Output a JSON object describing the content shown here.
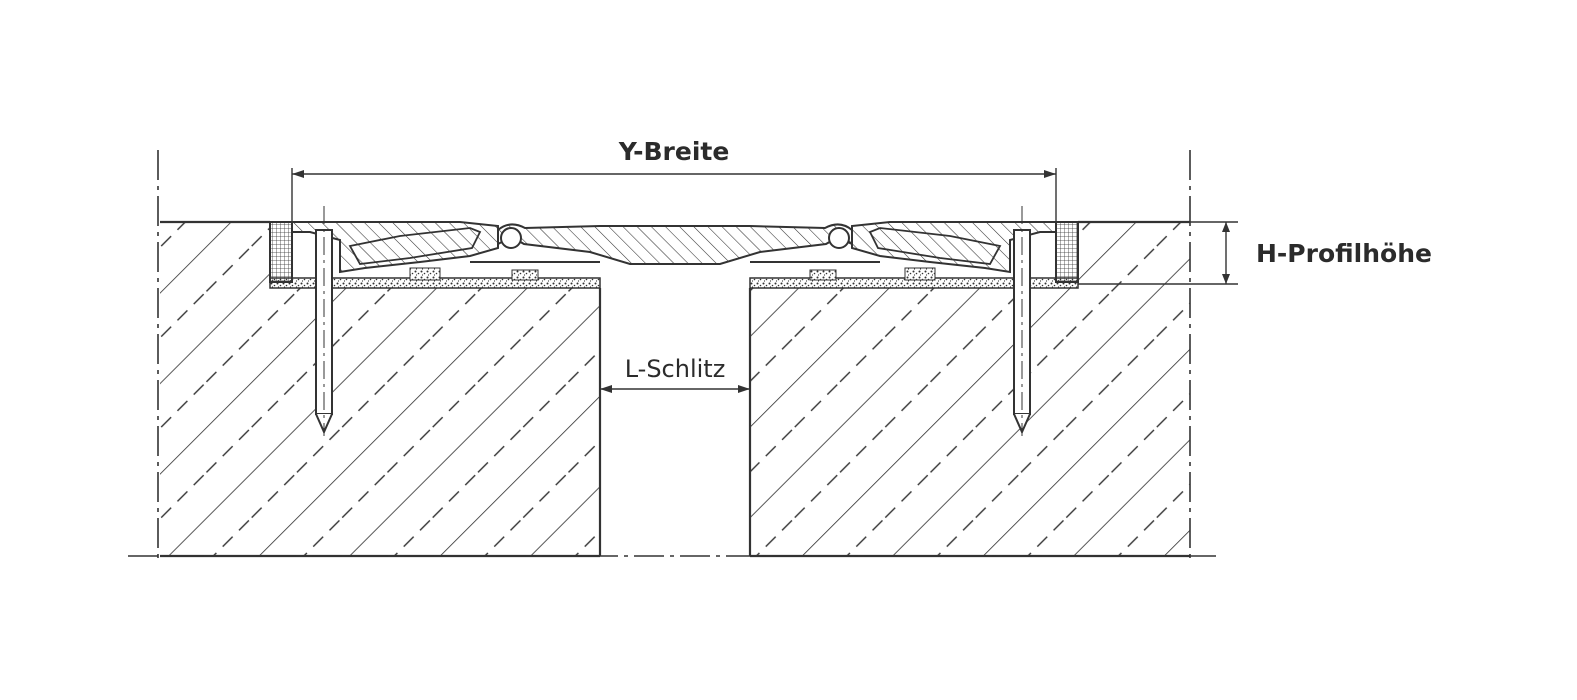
{
  "labels": {
    "width": "Y-Breite",
    "height": "H-Profilhöhe",
    "slot": "L-Schlitz"
  },
  "colors": {
    "line": "#333333",
    "text": "#2b2b2b",
    "background": "#ffffff"
  }
}
